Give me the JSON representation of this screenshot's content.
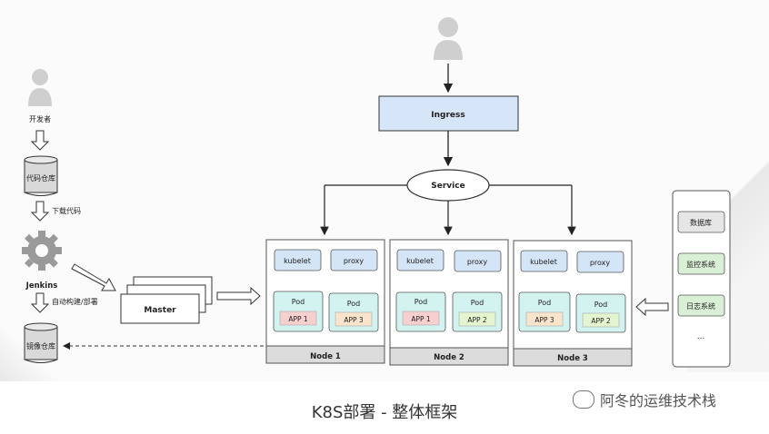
{
  "caption": "K8S部署 - 整体框架",
  "watermark": "阿冬的运维技术栈",
  "pipeline": {
    "developer": "开发者",
    "code_repo": "代码仓库",
    "pull_code": "下载代码",
    "jenkins": "Jenkins",
    "build_deploy": "自动构建/部署",
    "image_repo": "镜像仓库"
  },
  "master": "Master",
  "ingress": "Ingress",
  "service": "Service",
  "nodes": [
    {
      "label": "Node 1",
      "kubelet": "kubelet",
      "proxy": "proxy",
      "pod_title": "Pod",
      "pod_title2": "Pod",
      "app_a": "APP 1",
      "app_b": "APP 3"
    },
    {
      "label": "Node 2",
      "kubelet": "kubelet",
      "proxy": "proxy",
      "pod_title": "Pod",
      "pod_title2": "Pod",
      "app_a": "APP 1",
      "app_b": "APP 2"
    },
    {
      "label": "Node 3",
      "kubelet": "kubelet",
      "proxy": "proxy",
      "pod_title": "Pod",
      "pod_title2": "Pod",
      "app_a": "APP 3",
      "app_b": "APP 2"
    }
  ],
  "side_panel": {
    "database": "数据库",
    "monitoring": "监控系统",
    "logging": "日志系统",
    "more": "..."
  },
  "colors": {
    "ingress_fill": "#d6e6f8",
    "kubelet_fill": "#d4e5f7",
    "pod_fill": "#d3f3f1",
    "app_red": "#f7cfcf",
    "app_orange": "#fbe4cc",
    "app_green": "#e4f4cf",
    "db_fill": "#e6e6e6",
    "monitor_fill": "#daf0d6",
    "node_label_fill": "#dcdcdc"
  }
}
